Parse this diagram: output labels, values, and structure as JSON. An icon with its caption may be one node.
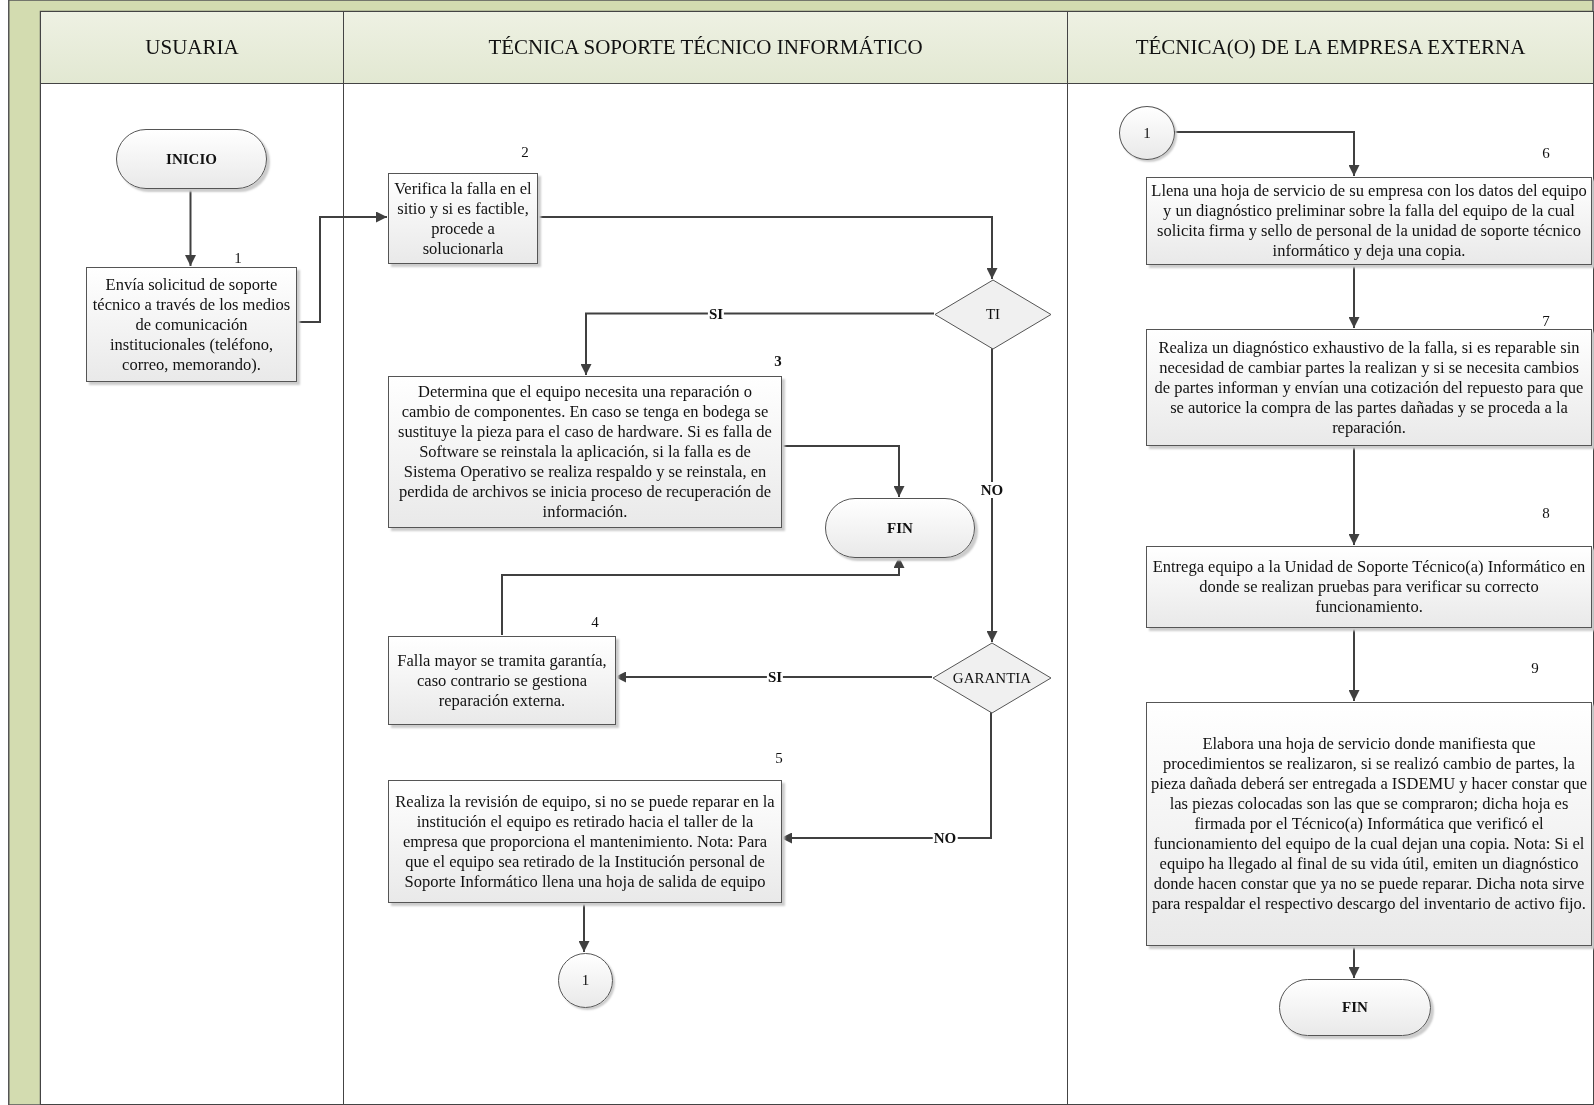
{
  "diagram": {
    "nodes": [
      {
        "text": [
          "USUARIA"
        ]
      },
      {
        "text": [
          "INICIO"
        ],
        "in": 0
      },
      {
        "text": [
          "Envía solicitud de soporte técnico a través de los medios de comunicación institucionales (teléfono, correo, memorando)."
        ],
        "in": 0,
        "beside": [
          "1"
        ]
      },
      {
        "text": [
          "TÉCNICA SOPORTE TÉCNICO INFORMÁTICO"
        ]
      },
      {
        "text": [
          "Verifica  la falla en el sitio y si es factible, procede a solucionarla"
        ],
        "in": 3,
        "beside": [
          "2"
        ]
      },
      {
        "text": [
          "TI"
        ],
        "in": 3
      },
      {
        "text": [
          "Determina que el equipo necesita una reparación o cambio de componentes. En caso se tenga en bodega se sustituye la pieza para el caso de hardware. Si es falla de Software se reinstala la aplicación, si la falla es de Sistema Operativo se realiza respaldo y se reinstala, en perdida de archivos se inicia proceso de recuperación de información."
        ],
        "in": 3,
        "beside": [
          "3"
        ]
      },
      {
        "text": [
          "FIN"
        ],
        "in": 3
      },
      {
        "text": [
          "Falla mayor se tramita garantía, caso contrario se gestiona reparación externa."
        ],
        "in": 3,
        "beside": [
          "4"
        ]
      },
      {
        "text": [
          "GARANTIA"
        ],
        "in": 3
      },
      {
        "text": [
          "Realiza la revisión de equipo, si no se puede reparar en la institución el equipo es retirado hacia el taller de la empresa que proporciona el mantenimiento. Nota: Para que el equipo sea retirado de la Institución personal de Soporte Informático llena una hoja de salida de equipo"
        ],
        "in": 3,
        "beside": [
          "5"
        ]
      },
      {
        "text": [
          "1"
        ],
        "in": 3
      },
      {
        "text": [
          "TÉCNICA(O) DE LA EMPRESA EXTERNA"
        ]
      },
      {
        "text": [
          "1"
        ],
        "in": 12
      },
      {
        "text": [
          "Llena una hoja de servicio de su empresa con los datos del equipo y un diagnóstico preliminar sobre la falla del equipo de la cual solicita firma y sello de personal de la unidad de soporte técnico informático y deja una copia."
        ],
        "in": 12,
        "beside": [
          "6"
        ]
      },
      {
        "text": [
          "Realiza un diagnóstico exhaustivo de la falla, si es reparable sin necesidad de cambiar partes la realizan y si se necesita cambios  de partes informan y envían una cotización del repuesto para que se autorice la compra de las partes dañadas y se proceda a la reparación."
        ],
        "in": 12,
        "beside": [
          "7"
        ]
      },
      {
        "text": [
          "Entrega equipo a la Unidad de Soporte Técnico(a) Informático en donde se realizan pruebas para verificar su correcto funcionamiento."
        ],
        "in": 12,
        "beside": [
          "8"
        ]
      },
      {
        "text": [
          "Elabora una hoja de servicio donde manifiesta que procedimientos se realizaron, si se realizó cambio de partes, la pieza dañada deberá  ser entregada a ISDEMU y hacer constar que las piezas colocadas son las que se compraron; dicha hoja es firmada por el Técnico(a) Informática que verificó el funcionamiento del equipo de la cual dejan una copia. Nota: Si el equipo ha llegado al final de su vida útil, emiten un diagnóstico donde hacen constar que ya no se puede reparar. Dicha nota sirve para respaldar el respectivo descargo del inventario de activo fijo."
        ],
        "in": 12,
        "beside": [
          "9"
        ]
      },
      {
        "text": [
          "FIN"
        ],
        "in": 12
      }
    ],
    "edges": [
      {
        "from": 1,
        "to": 2,
        "arrow": "to"
      },
      {
        "from": 2,
        "to": 4,
        "arrow": "to"
      },
      {
        "from": 4,
        "to": 5,
        "arrow": "to"
      },
      {
        "from": 5,
        "to": 6,
        "arrow": "to",
        "label": "SI"
      },
      {
        "from": 5,
        "to": 9,
        "arrow": "to",
        "label": "NO"
      },
      {
        "from": 6,
        "to": 7,
        "arrow": "to"
      },
      {
        "from": 8,
        "to": 7,
        "arrow": "to"
      },
      {
        "from": 9,
        "to": 8,
        "arrow": "to",
        "label": "SI"
      },
      {
        "from": 9,
        "to": 10,
        "arrow": "to",
        "label": "NO"
      },
      {
        "from": 10,
        "to": 11,
        "arrow": "to"
      },
      {
        "from": 13,
        "to": 14,
        "arrow": "to"
      },
      {
        "from": 14,
        "to": 15,
        "arrow": "to"
      },
      {
        "from": 15,
        "to": 16,
        "arrow": "to"
      },
      {
        "from": 16,
        "to": 17,
        "arrow": "to"
      },
      {
        "from": 17,
        "to": 18,
        "arrow": "to"
      }
    ]
  }
}
